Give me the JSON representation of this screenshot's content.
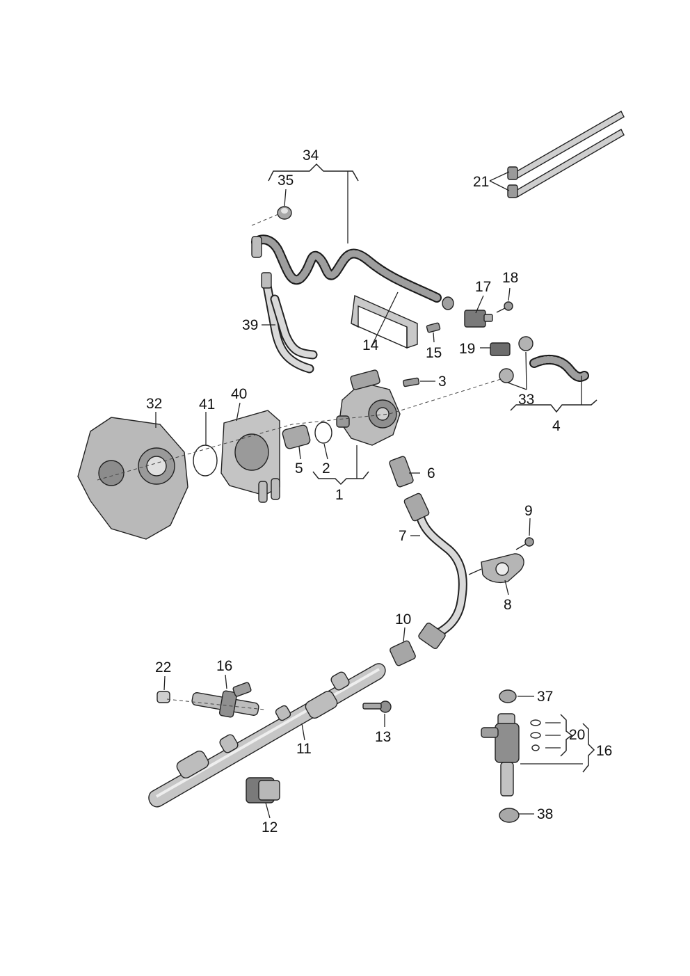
{
  "diagram": {
    "callouts": {
      "c34": "34",
      "c35": "35",
      "c21": "21",
      "c39": "39",
      "c17": "17",
      "c18": "18",
      "c14": "14",
      "c15": "15",
      "c19": "19",
      "c3": "3",
      "c33": "33",
      "c4": "4",
      "c32": "32",
      "c41": "41",
      "c40": "40",
      "c5": "5",
      "c2": "2",
      "c1": "1",
      "c6": "6",
      "c9": "9",
      "c7": "7",
      "c8": "8",
      "c10": "10",
      "c22": "22",
      "c16a": "16",
      "c37": "37",
      "c20": "20",
      "c16b": "16",
      "c13": "13",
      "c11": "11",
      "c12": "12",
      "c38": "38"
    }
  }
}
